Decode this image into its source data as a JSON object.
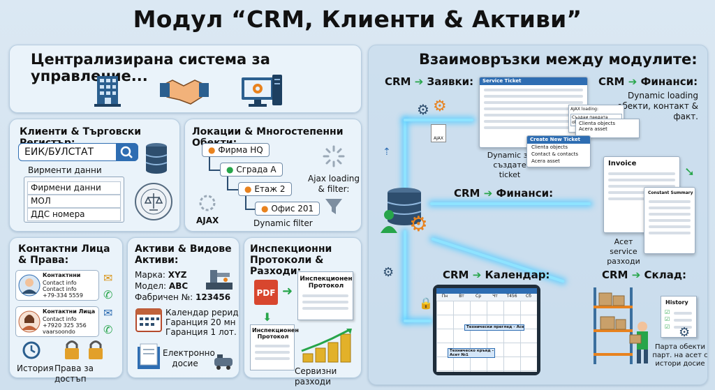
{
  "title": "Модул “CRM, Клиенти & Активи”",
  "left": {
    "headline": "Централизирана система за управление...",
    "clients": {
      "title": "Клиенти & Търговски Регистър:",
      "search_placeholder": "ЕИК/БУЛСТАТ",
      "dropdown_label": "Вирменти данни",
      "items": [
        "Фирмени данни",
        "МОЛ",
        "ДДС номера"
      ]
    },
    "locations": {
      "title": "Локации & Многостепенни Обекти:",
      "nodes": [
        "Фирма HQ",
        "Сграда А",
        "Етаж 2",
        "Офис 201"
      ],
      "ajax_label": "Ajax loading & filter:",
      "ajax_tag": "AJAX",
      "filter_label": "Dynamic filter"
    },
    "contacts": {
      "title": "Контактни Лица & Права:",
      "cards": [
        {
          "name": "Контактнни",
          "l1": "Contact info",
          "l2": "Contact info",
          "phone": "+79-334 5559"
        },
        {
          "name": "Контактни Лица",
          "l1": "Contact info",
          "l2": "+7920 325 356",
          "phone": "vaarsoondo"
        }
      ],
      "history": "История",
      "rights": "Права за достъп"
    },
    "assets": {
      "title": "Активи & Видове Активи:",
      "brand_label": "Марка:",
      "brand": "XYZ",
      "model_label": "Модел:",
      "model": "ABC",
      "serial_label": "Фабричен №:",
      "serial": "123456",
      "calendar_lines": [
        "Календар рерид",
        "Гаранция 20 мн",
        "Гаранция 1 лот."
      ],
      "dossier": "Електронно досие"
    },
    "inspections": {
      "title": "Инспекционни Протоколи & Разходи:",
      "pdf": "PDF",
      "doc1": "Инспекционен Протокол",
      "doc2": "Инспекционен Протокол",
      "costs": "Сервизни разходи"
    }
  },
  "right": {
    "headline": "Взаимовръзки между модулите:",
    "crm": "CRM",
    "links": [
      {
        "target": "Заявки:"
      },
      {
        "target": "Финанси:",
        "desc": "Dynamic loading обекти, контакт & факт."
      },
      {
        "target": "Финанси:"
      },
      {
        "target": "Календар:"
      },
      {
        "target": "Склад:"
      }
    ],
    "service_ticket": {
      "title": "Service Ticket",
      "caption": "Dynamic за създате ticket",
      "ajax_loading": "AJAX loading:",
      "ajax_item": "Създаи паедата objects",
      "btn": "AJAX"
    },
    "finance_popup": {
      "items": [
        "Clienta objects",
        "Acera asset"
      ]
    },
    "new_ticket": {
      "title": "Create New Ticket",
      "items": [
        "Clienta objects",
        "Contact & contacts",
        "Acera asset"
      ]
    },
    "invoice": {
      "title": "Invoice",
      "caption": "Асет service разходи",
      "summary": "Constant Summary"
    },
    "calendar": {
      "days": [
        "Пн",
        "Вт",
        "Ср",
        "Чт",
        "Т456",
        "Сб"
      ],
      "events": [
        "Технически преглед - Асет №1",
        "Техническо кръяд - Асет №1"
      ]
    },
    "warehouse": {
      "history": "History",
      "caption": "Парта обекти парт. на асет с истори досие"
    }
  },
  "colors": {
    "accent": "#2e6db2",
    "green": "#27a54a",
    "orange": "#e8821e",
    "glow": "#8ee3ff"
  }
}
